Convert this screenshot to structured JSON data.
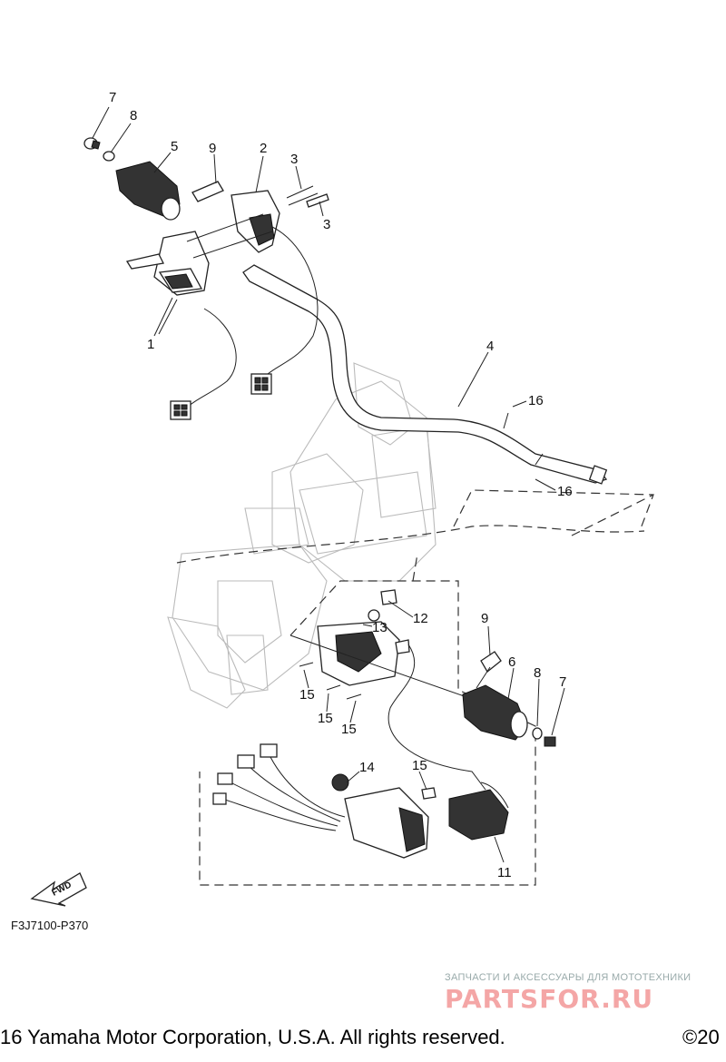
{
  "diagram": {
    "code": "F3J7100-P370",
    "fwd_label": "FWD",
    "callouts": {
      "c1": "1",
      "c2": "2",
      "c3a": "3",
      "c3b": "3",
      "c4": "4",
      "c5": "5",
      "c6": "6",
      "c7a": "7",
      "c7b": "7",
      "c8a": "8",
      "c8b": "8",
      "c9a": "9",
      "c9b": "9",
      "c11": "11",
      "c12": "12",
      "c13": "13",
      "c14": "14",
      "c15a": "15",
      "c15b": "15",
      "c15c": "15",
      "c15d": "15",
      "c16a": "16",
      "c16b": "16"
    }
  },
  "watermark": {
    "tagline": "ЗАПЧАСТИ И АКСЕССУАРЫ ДЛЯ МОТОТЕХНИКИ",
    "logo": "PARTSFOR.RU"
  },
  "footer": {
    "copyright": "16 Yamaha Motor Corporation, U.S.A. All rights reserved.",
    "copyright_right": "©20"
  }
}
